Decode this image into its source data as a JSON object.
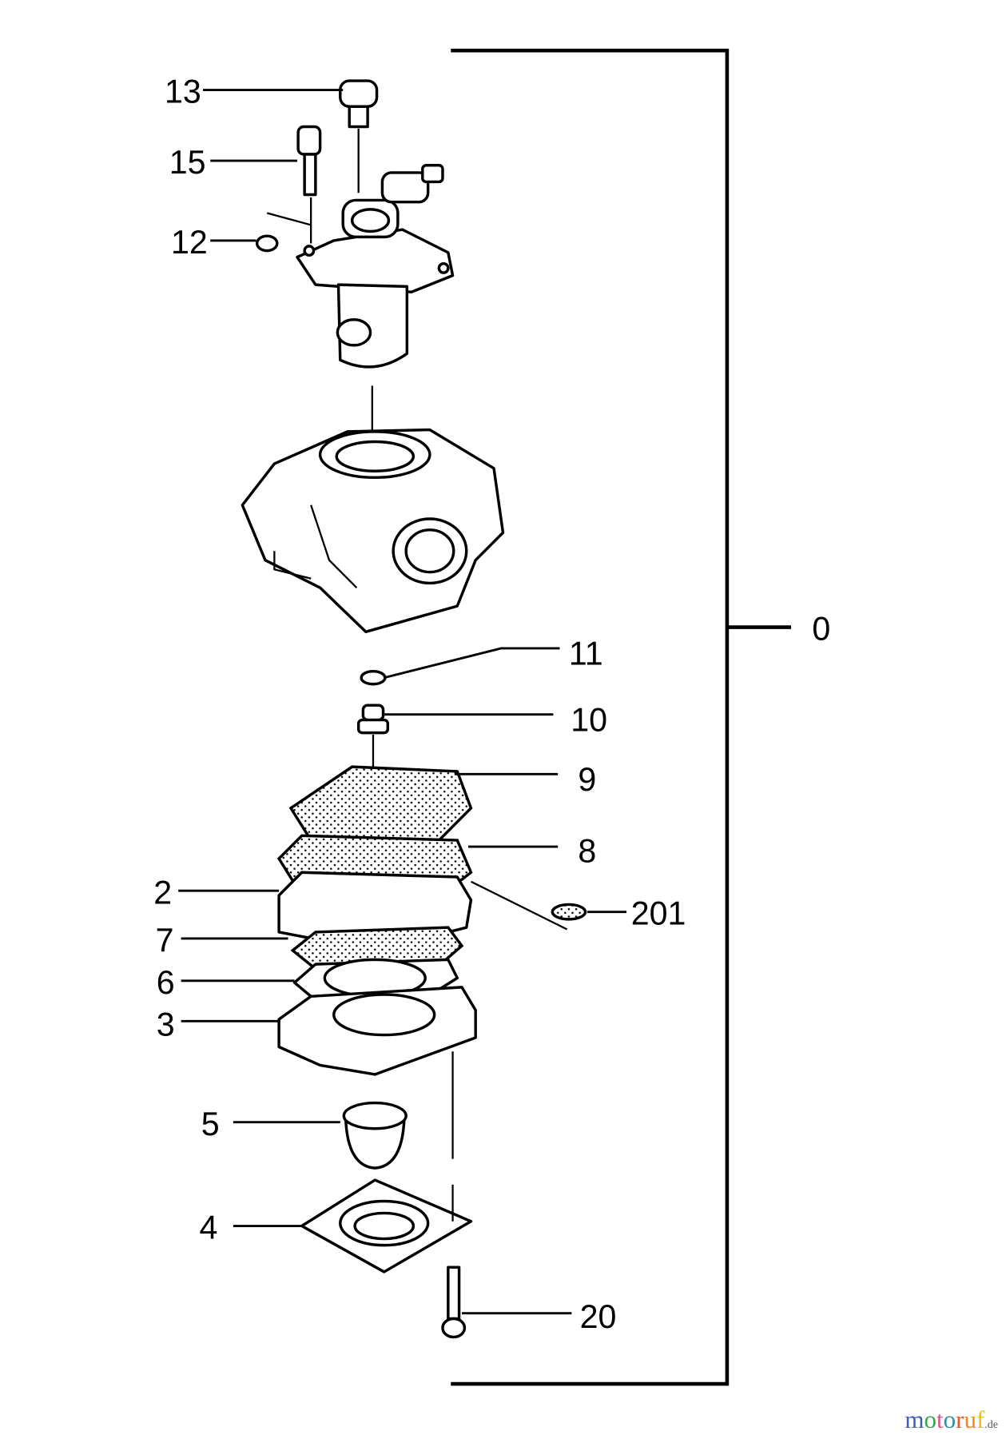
{
  "diagram": {
    "assembly_label": "0",
    "callouts": [
      "13",
      "15",
      "12",
      "11",
      "10",
      "9",
      "8",
      "201",
      "2",
      "7",
      "6",
      "3",
      "5",
      "4",
      "20"
    ]
  },
  "watermark": {
    "text": "motoruf",
    "suffix": ".de",
    "letter_colors": [
      "#3b5fb0",
      "#3aa04a",
      "#e0508a",
      "#2f8f9d",
      "#e05a2a",
      "#f08a20",
      "#e8c020"
    ]
  }
}
